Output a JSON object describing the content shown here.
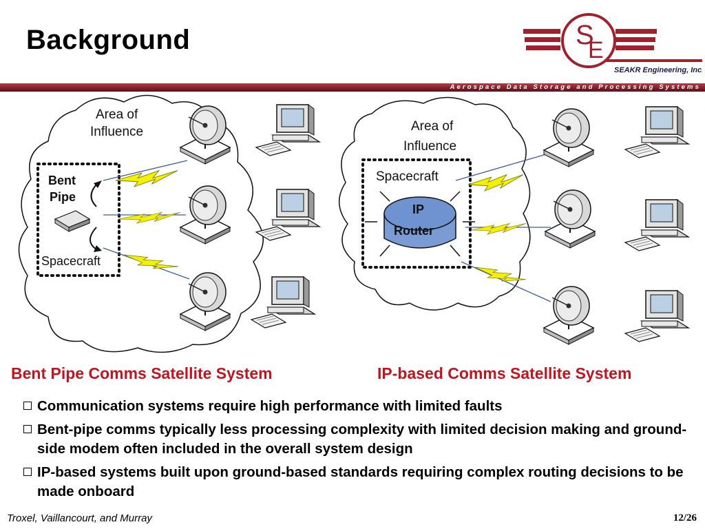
{
  "slide": {
    "title": "Background",
    "tagline": "Aerospace Data Storage and Processing Systems",
    "logo": {
      "mark_s": "S",
      "mark_e": "E",
      "company": "SEAKR Engineering, Inc.",
      "accent": "#a0202c"
    }
  },
  "diagram": {
    "left": {
      "cloud_label": [
        "Area of",
        "Influence"
      ],
      "box_label": "Spacecraft",
      "device_label": [
        "Bent",
        "Pipe"
      ]
    },
    "right": {
      "cloud_label": [
        "Area of",
        "Influence"
      ],
      "box_label": "Spacecraft",
      "router_label": [
        "IP",
        "Router"
      ]
    },
    "colors": {
      "lightning": "#f4f000",
      "router": "#5a80c2",
      "outline": "#111111"
    }
  },
  "captions": {
    "left": "Bent Pipe Comms Satellite System",
    "right": "IP-based Comms Satellite System"
  },
  "bullets": [
    "Communication systems require high performance with limited faults",
    "Bent-pipe comms typically less processing complexity with limited decision making and ground-side modem often included in the overall system design",
    "IP-based systems built upon ground-based standards requiring complex routing decisions to be made onboard"
  ],
  "footer": {
    "authors": "Troxel, Vaillancourt, and Murray",
    "page": "12/26"
  }
}
